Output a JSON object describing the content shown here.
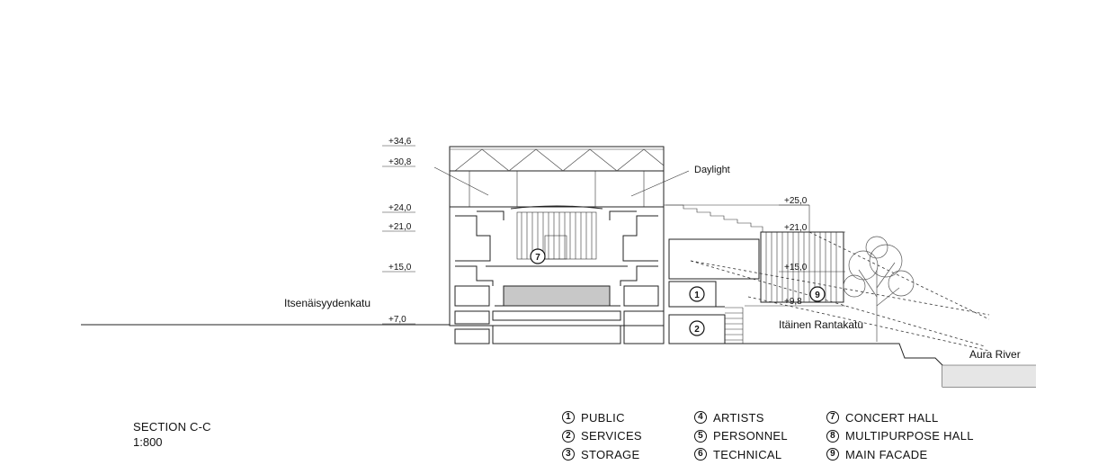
{
  "levels": {
    "l346": "+34,6",
    "l308": "+30,8",
    "l240": "+24,0",
    "l210": "+21,0",
    "l150": "+15,0",
    "l70": "+7,0",
    "r250": "+25,0",
    "r210": "+21,0",
    "r150": "+15,0",
    "r98": "+9,8"
  },
  "labels": {
    "daylight": "Daylight",
    "street_left": "Itsenäisyydenkatu",
    "street_right": "Itäinen Rantakatu",
    "river": "Aura River"
  },
  "markers": {
    "m7": "7",
    "m1": "1",
    "m2": "2",
    "m9": "9"
  },
  "section": {
    "title": "SECTION C-C",
    "scale": "1:800"
  },
  "legend": [
    {
      "num": "1",
      "label": "PUBLIC"
    },
    {
      "num": "2",
      "label": "SERVICES"
    },
    {
      "num": "3",
      "label": "STORAGE"
    },
    {
      "num": "4",
      "label": "ARTISTS"
    },
    {
      "num": "5",
      "label": "PERSONNEL"
    },
    {
      "num": "6",
      "label": "TECHNICAL"
    },
    {
      "num": "7",
      "label": "CONCERT HALL"
    },
    {
      "num": "8",
      "label": "MULTIPURPOSE HALL"
    },
    {
      "num": "9",
      "label": "MAIN FACADE"
    }
  ]
}
